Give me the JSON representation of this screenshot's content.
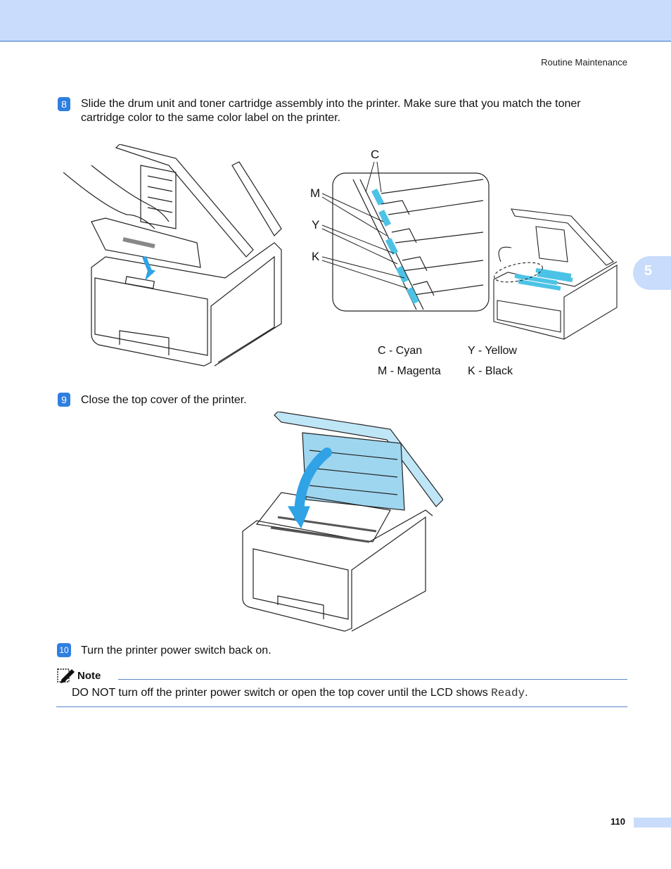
{
  "header": {
    "section_title": "Routine Maintenance"
  },
  "chapter_tab": {
    "number": "5"
  },
  "steps": [
    {
      "badge": "8",
      "text_line1": "Slide the drum unit and toner cartridge assembly into the printer. Make sure that you match the toner",
      "text_line2": "cartridge color to the same color label on the printer."
    },
    {
      "badge": "9",
      "text": "Close the top cover of the printer."
    },
    {
      "badge": "10",
      "text": "Turn the printer power switch back on."
    }
  ],
  "figure1": {
    "callouts": {
      "c": "C",
      "m": "M",
      "y": "Y",
      "k": "K"
    },
    "legend": {
      "cyan": "C - Cyan",
      "yellow": "Y - Yellow",
      "magenta": "M - Magenta",
      "black": "K - Black"
    }
  },
  "note": {
    "title": "Note",
    "body_before": "DO NOT turn off the printer power switch or open the top cover until the LCD shows ",
    "body_mono": "Ready",
    "body_after": "."
  },
  "footer": {
    "page_number": "110"
  },
  "colors": {
    "accent": "#2f7fe0",
    "band": "#c9dcfb",
    "highlight": "#4cc3e6"
  }
}
